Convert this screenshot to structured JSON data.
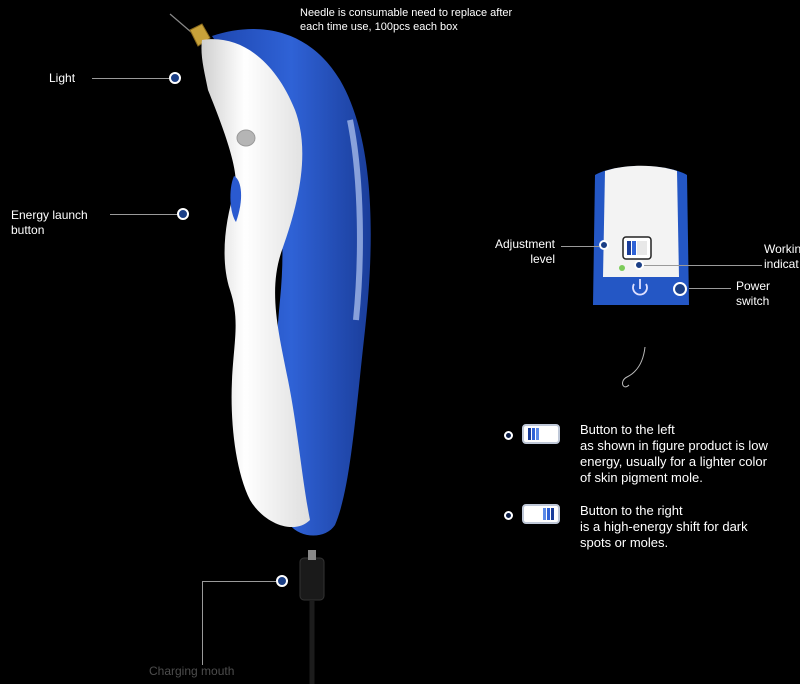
{
  "callouts": {
    "needle": "Needle is consumable need to replace after each time use, 100pcs each box",
    "needle_line1": "Needle is consumable need to replace after",
    "needle_line2": "each time use, 100pcs each box",
    "light": "Light",
    "energy_launch_line1": "Energy launch",
    "energy_launch_line2": "button",
    "adjustment_line1": "Adjustment",
    "adjustment_line2": "level",
    "working_line1": "Workin",
    "working_line2": "indicat",
    "power_line1": "Power",
    "power_line2": "switch",
    "charging": "Charging mouth"
  },
  "legend": [
    {
      "title": "Button to the left",
      "lines": [
        "as shown in figure product is low",
        "energy, usually for a lighter color",
        "of skin pigment mole."
      ]
    },
    {
      "title": "Button to the right",
      "lines": [
        "is a high-energy shift for dark",
        "spots or moles."
      ]
    }
  ],
  "colors": {
    "background": "#000000",
    "device_blue": "#2457c5",
    "device_white": "#f2f2f2",
    "dot_fill": "#1b3f86"
  },
  "icons": [
    "power-icon",
    "switch-left-icon",
    "switch-right-icon",
    "needle-icon",
    "usb-cable-icon"
  ]
}
